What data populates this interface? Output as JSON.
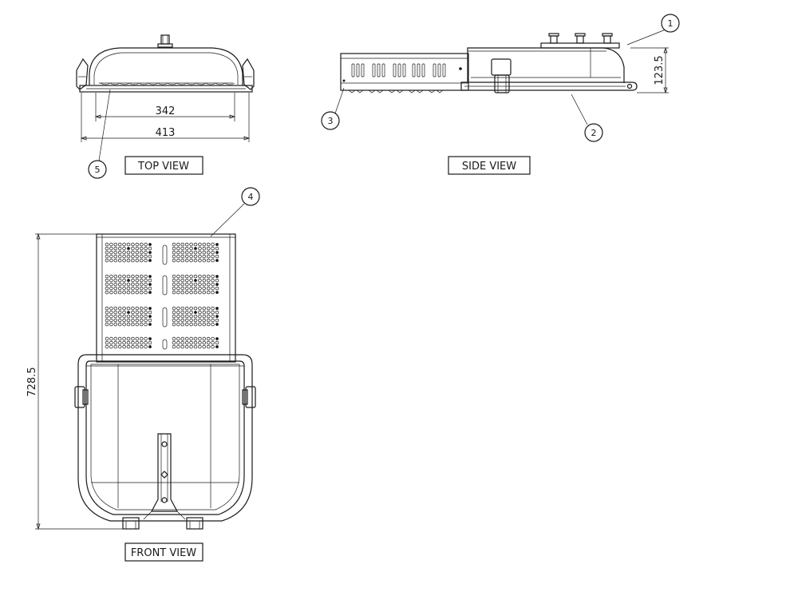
{
  "views": {
    "top": {
      "caption": "TOP VIEW",
      "dim_inner": "342",
      "dim_outer": "413",
      "balloon": "5"
    },
    "side": {
      "caption": "SIDE VIEW",
      "dim_height": "123.5",
      "balloons": [
        "1",
        "2",
        "3"
      ]
    },
    "front": {
      "caption": "FRONT VIEW",
      "dim_length": "728.5",
      "balloon": "4"
    }
  },
  "colors": {
    "line": "#1a1a1a",
    "background": "#ffffff"
  }
}
